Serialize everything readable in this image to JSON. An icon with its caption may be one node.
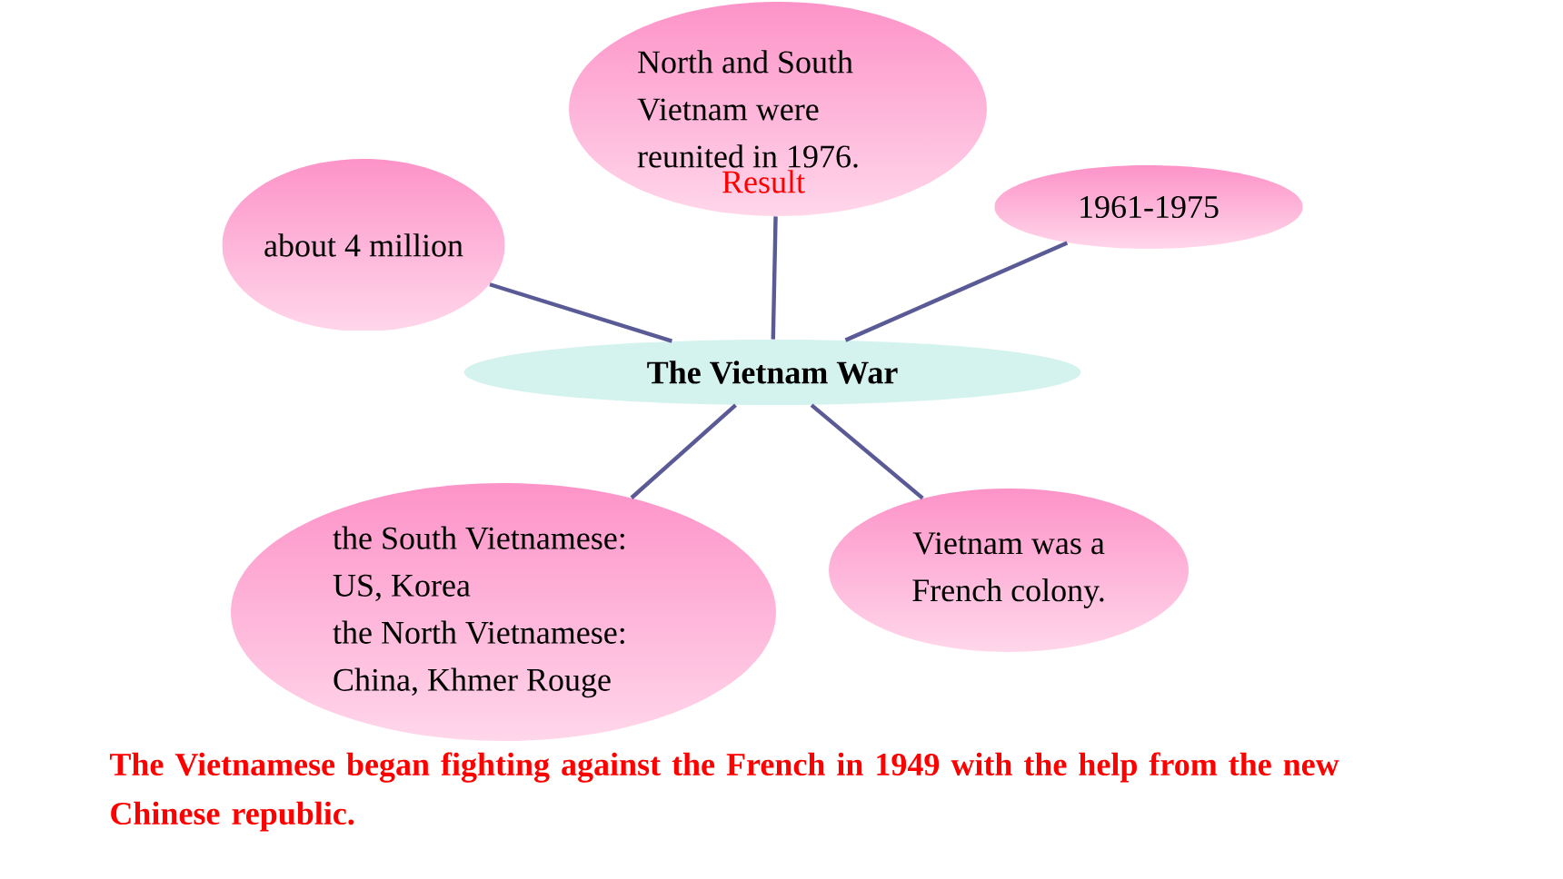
{
  "diagram": {
    "nodes": [
      {
        "text": [
          "The Vietnam War"
        ]
      },
      {
        "text": [
          "North and South Vietnam were reunited in 1976."
        ],
        "beside": [
          "Result"
        ]
      },
      {
        "text": [
          "about 4 million"
        ]
      },
      {
        "text": [
          "1961-1975"
        ]
      },
      {
        "text": [
          "the South Vietnamese: US, Korea",
          "the North Vietnamese: China, Khmer Rouge"
        ]
      },
      {
        "text": [
          "Vietnam was a French colony."
        ]
      }
    ],
    "edges": [
      {
        "from": 0,
        "to": 1,
        "arrow": "none"
      },
      {
        "from": 0,
        "to": 2,
        "arrow": "none"
      },
      {
        "from": 0,
        "to": 3,
        "arrow": "none"
      },
      {
        "from": 0,
        "to": 4,
        "arrow": "none"
      },
      {
        "from": 0,
        "to": 5,
        "arrow": "none"
      }
    ],
    "labels": [
      "The Vietnamese began fighting against the French in 1949 with the help from the new Chinese republic."
    ]
  }
}
